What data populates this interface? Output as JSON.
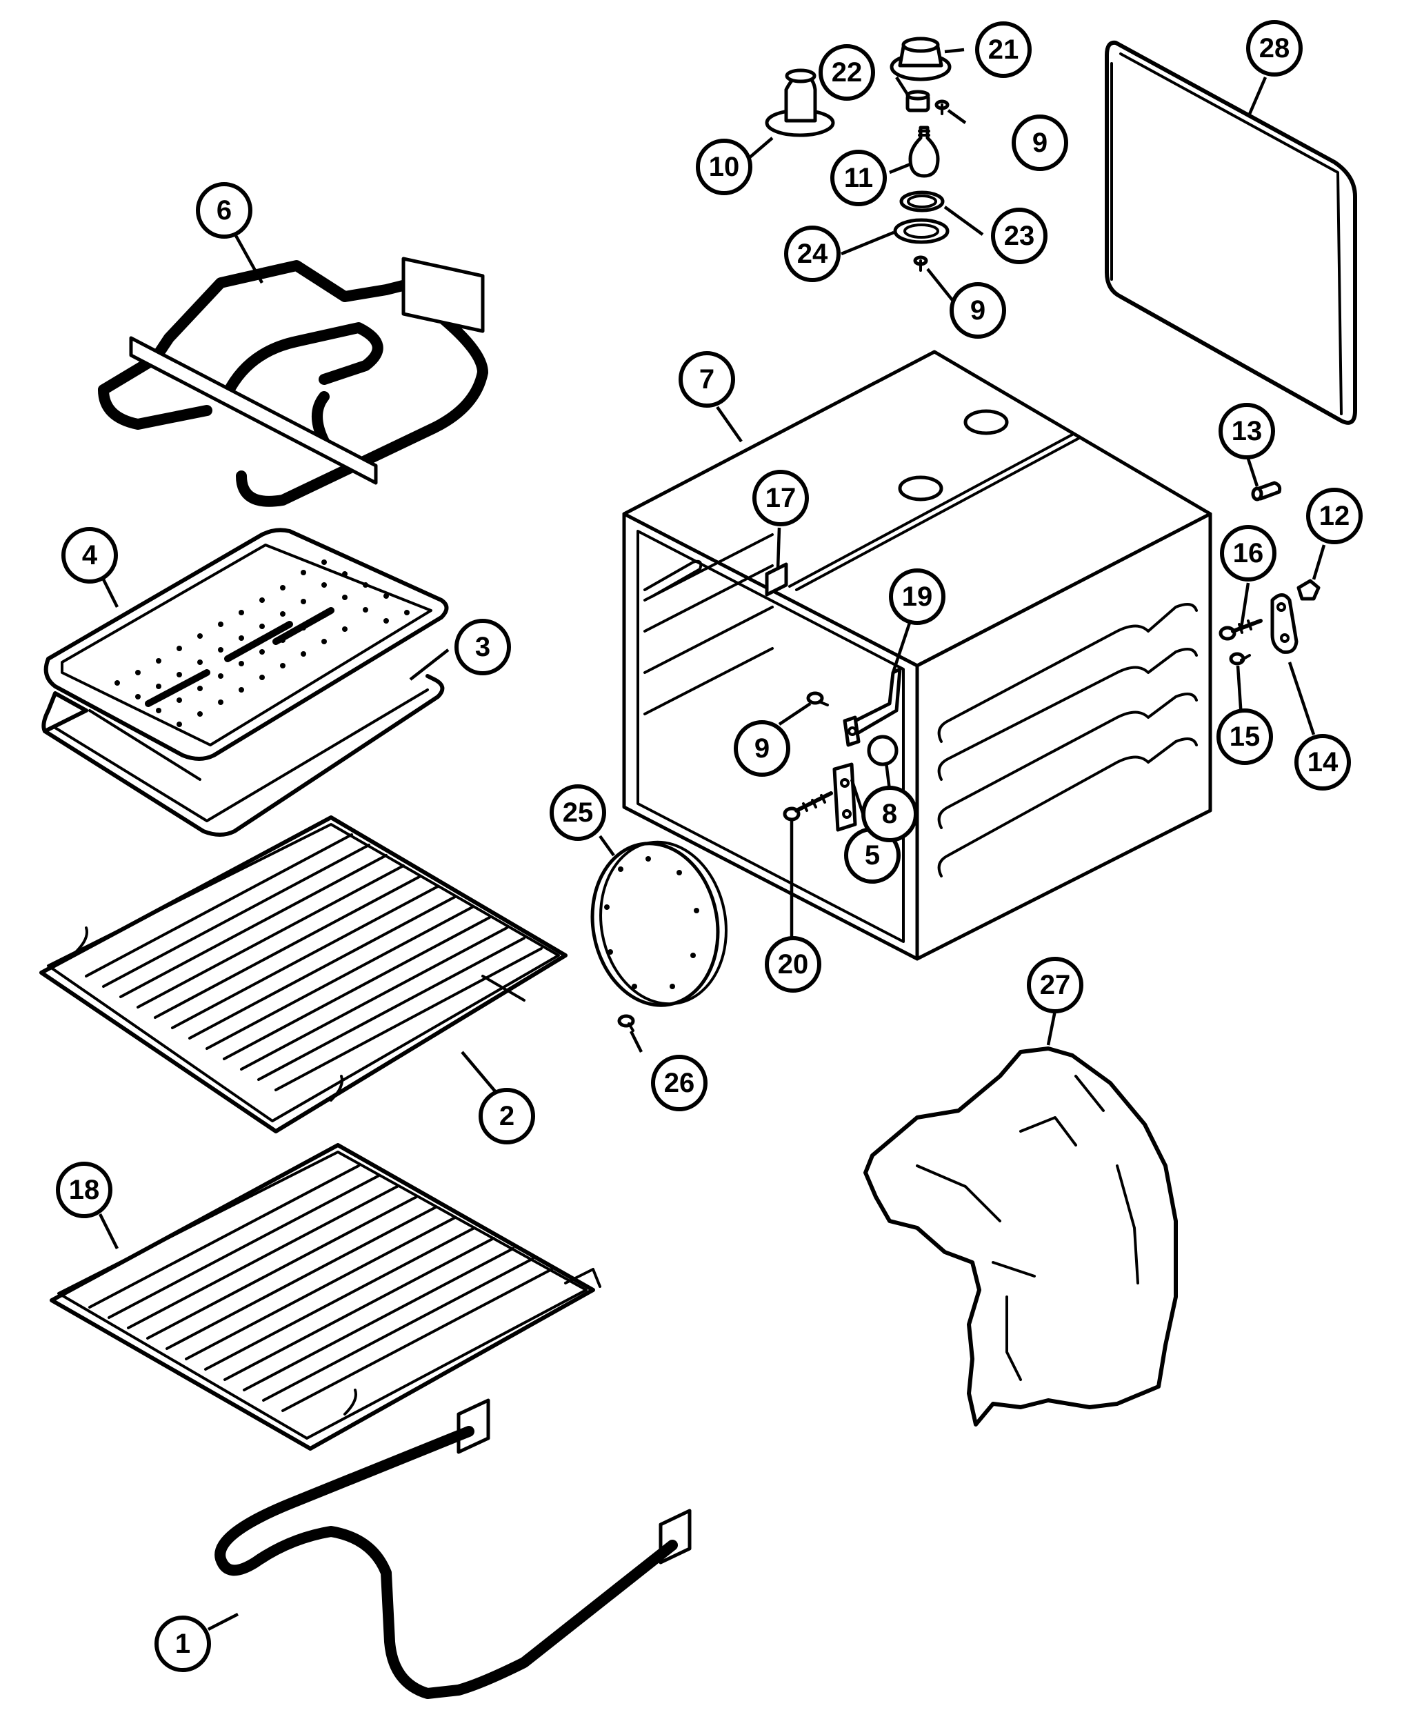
{
  "diagram": {
    "callouts": [
      "1",
      "2",
      "3",
      "4",
      "5",
      "6",
      "7",
      "8",
      "9",
      "10",
      "11",
      "12",
      "13",
      "14",
      "15",
      "16",
      "17",
      "18",
      "19",
      "20",
      "21",
      "22",
      "23",
      "24",
      "25",
      "26",
      "27",
      "28"
    ]
  },
  "parts": {
    "bake_element": "1",
    "oven_rack_2": "2",
    "broiler_pan": "3",
    "broiler_grid": "4",
    "bracket_5": "5",
    "broil_element": "6",
    "oven_cavity": "7",
    "plug_8": "8",
    "screw_9": "9",
    "lamp_socket": "10",
    "light_bulb": "11",
    "fastener_12": "12",
    "spacer_13": "13",
    "bracket_14": "14",
    "screw_15": "15",
    "screw_16": "16",
    "clip_17": "17",
    "oven_rack_18": "18",
    "bracket_19": "19",
    "screw_20": "20",
    "lamp_receptacle": "21",
    "lens_retainer": "22",
    "gasket_23": "23",
    "gasket_24": "24",
    "vent_cover": "25",
    "screw_26": "26",
    "insulation_27": "27",
    "insulation_28": "28"
  }
}
